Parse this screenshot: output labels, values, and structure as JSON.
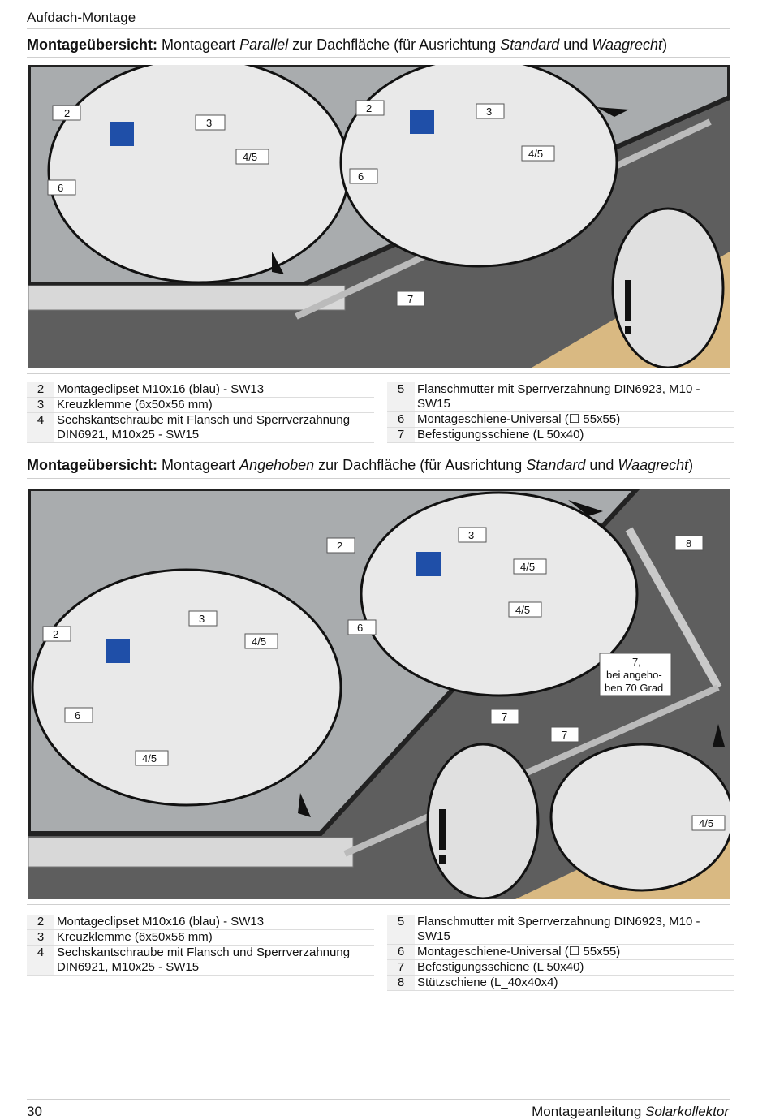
{
  "header": {
    "section": "Aufdach-Montage"
  },
  "sections": [
    {
      "title_bold": "Montageübersicht:",
      "title_pre": " Montageart ",
      "title_italic": "Parallel",
      "title_mid": " zur Dachfläche (für Ausrichtung ",
      "title_italic2": "Standard",
      "title_and": " und ",
      "title_italic3": "Waagrecht",
      "title_end": ")",
      "callouts": [
        "2",
        "3",
        "4/5",
        "6",
        "2",
        "3",
        "4/5",
        "6",
        "7"
      ],
      "legend_left": [
        {
          "num": "2",
          "text": "Montageclipset M10x16 (blau) - SW13"
        },
        {
          "num": "3",
          "text": "Kreuzklemme (6x50x56 mm)"
        },
        {
          "num": "4",
          "text": "Sechskantschraube mit Flansch und Sperrverzahnung DIN6921, M10x25 - SW15"
        }
      ],
      "legend_right": [
        {
          "num": "5",
          "text": "Flanschmutter mit Sperrverzahnung DIN6923, M10 - SW15"
        },
        {
          "num": "6",
          "text": "Montageschiene-Universal (☐ 55x55)"
        },
        {
          "num": "7",
          "text": "Befestigungsschiene (L 50x40)"
        }
      ]
    },
    {
      "title_bold": "Montageübersicht:",
      "title_pre": " Montageart ",
      "title_italic": "Angehoben",
      "title_mid": " zur Dachfläche (für Ausrichtung ",
      "title_italic2": "Standard",
      "title_and": " und ",
      "title_italic3": "Waagrecht",
      "title_end": ")",
      "callouts": [
        "2",
        "3",
        "4/5",
        "6",
        "4/5",
        "2",
        "3",
        "4/5",
        "4/5",
        "6",
        "8",
        "7",
        "7",
        "4/5"
      ],
      "note_line1": "7,",
      "note_line2": "bei angeho-",
      "note_line3": "ben 70 Grad",
      "legend_left": [
        {
          "num": "2",
          "text": "Montageclipset M10x16 (blau) - SW13"
        },
        {
          "num": "3",
          "text": "Kreuzklemme (6x50x56 mm)"
        },
        {
          "num": "4",
          "text": "Sechskantschraube mit Flansch und Sperrverzahnung DIN6921, M10x25 - SW15"
        }
      ],
      "legend_right": [
        {
          "num": "5",
          "text": "Flanschmutter mit Sperrverzahnung DIN6923, M10 - SW15"
        },
        {
          "num": "6",
          "text": "Montageschiene-Universal (☐ 55x55)"
        },
        {
          "num": "7",
          "text": "Befestigungsschiene (L 50x40)"
        },
        {
          "num": "8",
          "text": "Stützschiene (L_40x40x4)"
        }
      ]
    }
  ],
  "footer": {
    "page_number": "30",
    "title_pre": "Montageanleitung ",
    "title_italic": "Solarkollektor"
  },
  "colors": {
    "clip_blue": "#1f4fa8",
    "roof_dark": "#5b5b5b",
    "wood": "#d9b982"
  }
}
